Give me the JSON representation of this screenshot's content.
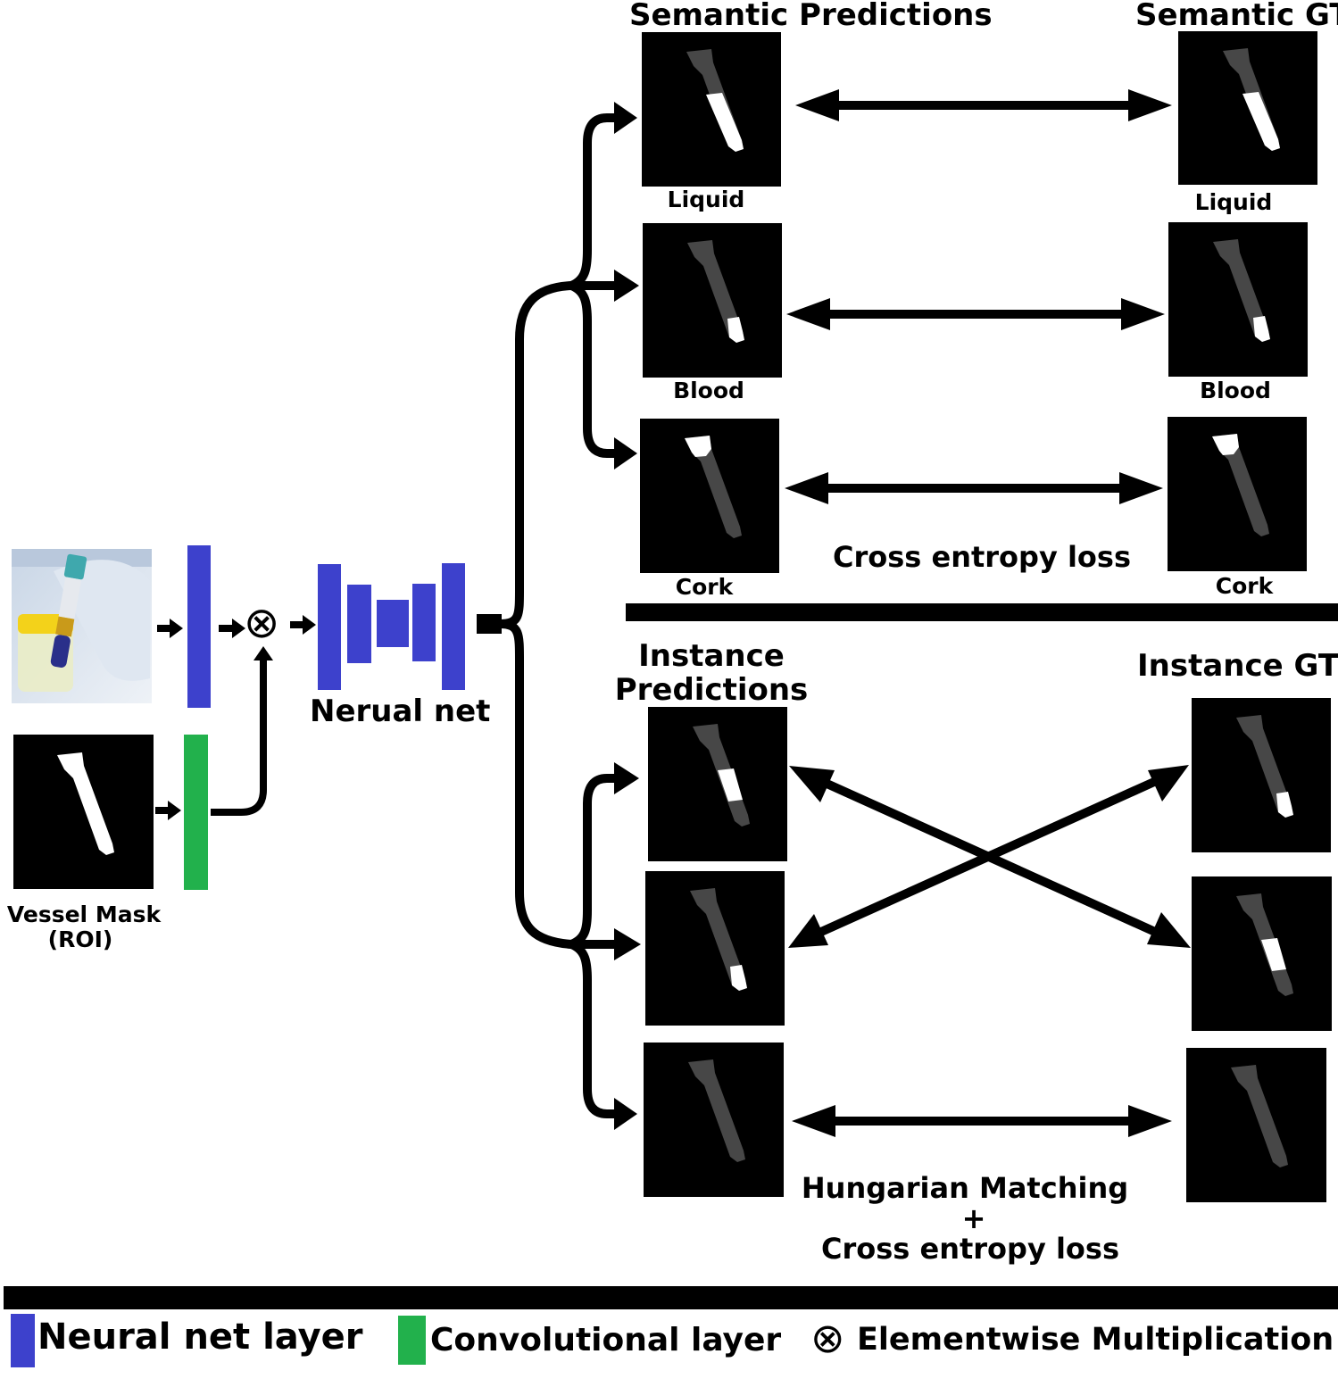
{
  "colors": {
    "neural_layer": "#3d41cc",
    "conv_layer": "#22b14c",
    "mask_dark": "#474747",
    "mask_bright": "#ffffff"
  },
  "headers": {
    "semantic_predictions": "Semantic Predictions",
    "semantic_gt": "Semantic GT",
    "instance_predictions_line1": "Instance",
    "instance_predictions_line2": "Predictions",
    "instance_gt": "Instance GT"
  },
  "semantic_labels": [
    "Liquid",
    "Blood",
    "Cork"
  ],
  "semantic_gt_labels": [
    "Liquid",
    "Blood",
    "Cork"
  ],
  "inputs": {
    "photo_icon": "sample-tube-photo",
    "vessel_mask_line1": "Vessel Mask",
    "vessel_mask_line2": "(ROI)"
  },
  "network": {
    "label": "Nerual net",
    "multiply_symbol": "⊗"
  },
  "losses": {
    "semantic": "Cross entropy loss",
    "instance_line1": "Hungarian Matching",
    "instance_plus": "+",
    "instance_line2": "Cross entropy loss"
  },
  "legend": {
    "neural": "Neural net layer",
    "conv": "Convolutional layer",
    "multiply_symbol": "⊗",
    "multiply": "Elementwise Multiplication"
  }
}
